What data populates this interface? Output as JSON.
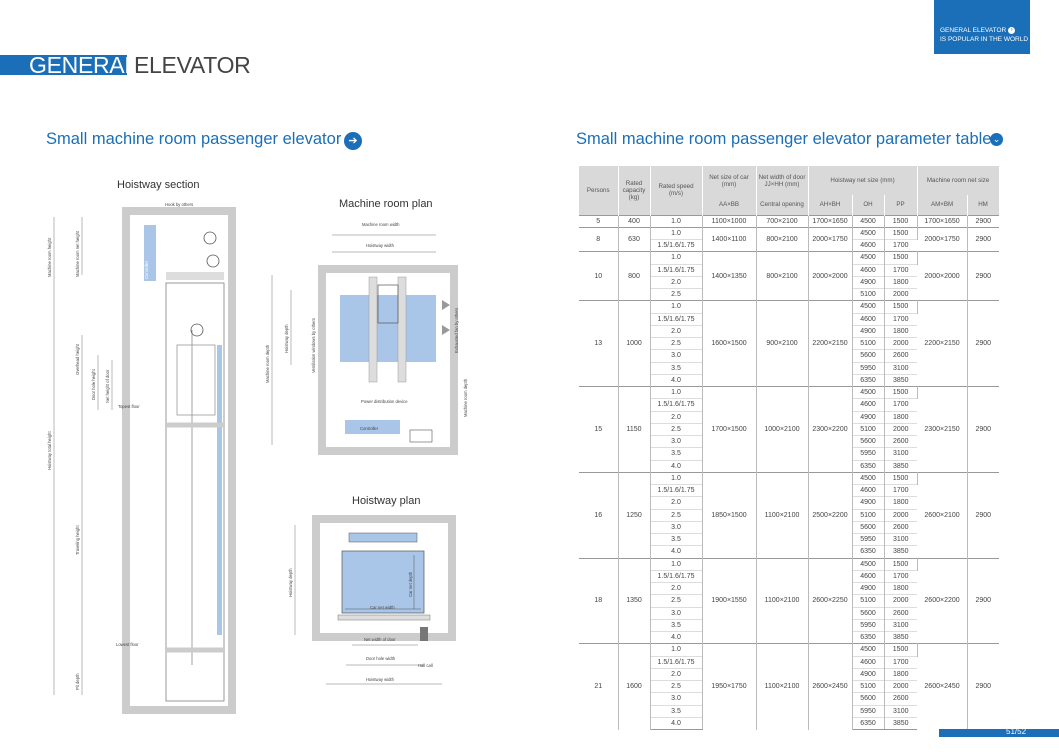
{
  "header": {
    "badge_line1": "GENERAL ELEVATOR",
    "badge_line2": "IS POPULAR IN THE WORLD",
    "title_highlight": "GENERAL",
    "title_rest": "ELEVATOR",
    "page_number": "51/52"
  },
  "left_section": {
    "title": "Small machine room passenger elevator",
    "labels": {
      "hoistway_section": "Hoistway section",
      "machine_room_plan": "Machine room plan",
      "hoistway_plan": "Hoistway plan",
      "hook": "Hook by others",
      "controller": "Controller",
      "topest_floor": "Topest floor",
      "lowest_floor": "Lowest floor",
      "machine_room_height": "Machine room height",
      "machine_room_net_height": "Machine room net height",
      "overhead_height": "Overhead height",
      "door_hole_height": "Door hole height",
      "net_height_door": "Net height of door",
      "hoistway_total_height": "Hoistway total height",
      "traveling_height": "Traveling height",
      "pit_depth": "Pit depth",
      "machine_room_width": "Machine room width",
      "hoistway_width": "Hoistway width",
      "hoistway_depth": "Hoistway depth",
      "vent": "Ventilation windows by others",
      "exhaust": "Exhausted fan by others",
      "machine_room_depth": "Machine room depth",
      "power": "Power distribution device",
      "car_net_depth": "Car net depth",
      "car_net_width": "Car net width",
      "net_width_door": "Net width of door",
      "door_hole_width": "Door hole width",
      "hall_call": "Hall call"
    }
  },
  "right_section": {
    "title": "Small machine room passenger elevator parameter table",
    "head": {
      "persons": "Persons",
      "capacity": "Rated capacity (kg)",
      "speed": "Rated speed (m/s)",
      "car": "Net size of car (mm)",
      "door": "Net width of door JJ×HH (mm)",
      "hoist": "Hoistway net size (mm)",
      "mroom": "Machine room net size",
      "car_sub": "AA×BB",
      "door_sub": "Central opening",
      "h1": "AH×BH",
      "h2": "OH",
      "h3": "PP",
      "m1": "AM×BM",
      "m2": "HM"
    },
    "groups": [
      {
        "persons": "5",
        "capacity": "400",
        "car": "1100×1000",
        "door": "700×2100",
        "hoist": "1700×1650",
        "mroom": "1700×1650",
        "hm": "2900",
        "speeds": [
          "1.0"
        ],
        "rows": [
          [
            "4500",
            "1500"
          ]
        ]
      },
      {
        "persons": "8",
        "capacity": "630",
        "car": "1400×1100",
        "door": "800×2100",
        "hoist": "2000×1750",
        "mroom": "2000×1750",
        "hm": "2900",
        "speeds": [
          "1.0",
          "1.5/1.6/1.75"
        ],
        "rows": [
          [
            "4500",
            "1500"
          ],
          [
            "4600",
            "1700"
          ]
        ]
      },
      {
        "persons": "10",
        "capacity": "800",
        "car": "1400×1350",
        "door": "800×2100",
        "hoist": "2000×2000",
        "mroom": "2000×2000",
        "hm": "2900",
        "speeds": [
          "1.0",
          "1.5/1.6/1.75",
          "2.0",
          "2.5"
        ],
        "rows": [
          [
            "4500",
            "1500"
          ],
          [
            "4600",
            "1700"
          ],
          [
            "4900",
            "1800"
          ],
          [
            "5100",
            "2000"
          ]
        ]
      },
      {
        "persons": "13",
        "capacity": "1000",
        "car": "1600×1500",
        "door": "900×2100",
        "hoist": "2200×2150",
        "mroom": "2200×2150",
        "hm": "2900",
        "speeds": [
          "1.0",
          "1.5/1.6/1.75",
          "2.0",
          "2.5",
          "3.0",
          "3.5",
          "4.0"
        ],
        "rows": [
          [
            "4500",
            "1500"
          ],
          [
            "4600",
            "1700"
          ],
          [
            "4900",
            "1800"
          ],
          [
            "5100",
            "2000"
          ],
          [
            "5600",
            "2600"
          ],
          [
            "5950",
            "3100"
          ],
          [
            "6350",
            "3850"
          ]
        ]
      },
      {
        "persons": "15",
        "capacity": "1150",
        "car": "1700×1500",
        "door": "1000×2100",
        "hoist": "2300×2200",
        "mroom": "2300×2150",
        "hm": "2900",
        "speeds": [
          "1.0",
          "1.5/1.6/1.75",
          "2.0",
          "2.5",
          "3.0",
          "3.5",
          "4.0"
        ],
        "rows": [
          [
            "4500",
            "1500"
          ],
          [
            "4600",
            "1700"
          ],
          [
            "4900",
            "1800"
          ],
          [
            "5100",
            "2000"
          ],
          [
            "5600",
            "2600"
          ],
          [
            "5950",
            "3100"
          ],
          [
            "6350",
            "3850"
          ]
        ]
      },
      {
        "persons": "16",
        "capacity": "1250",
        "car": "1850×1500",
        "door": "1100×2100",
        "hoist": "2500×2200",
        "mroom": "2600×2100",
        "hm": "2900",
        "speeds": [
          "1.0",
          "1.5/1.6/1.75",
          "2.0",
          "2.5",
          "3.0",
          "3.5",
          "4.0"
        ],
        "rows": [
          [
            "4500",
            "1500"
          ],
          [
            "4600",
            "1700"
          ],
          [
            "4900",
            "1800"
          ],
          [
            "5100",
            "2000"
          ],
          [
            "5600",
            "2600"
          ],
          [
            "5950",
            "3100"
          ],
          [
            "6350",
            "3850"
          ]
        ]
      },
      {
        "persons": "18",
        "capacity": "1350",
        "car": "1900×1550",
        "door": "1100×2100",
        "hoist": "2600×2250",
        "mroom": "2600×2200",
        "hm": "2900",
        "speeds": [
          "1.0",
          "1.5/1.6/1.75",
          "2.0",
          "2.5",
          "3.0",
          "3.5",
          "4.0"
        ],
        "rows": [
          [
            "4500",
            "1500"
          ],
          [
            "4600",
            "1700"
          ],
          [
            "4900",
            "1800"
          ],
          [
            "5100",
            "2000"
          ],
          [
            "5600",
            "2600"
          ],
          [
            "5950",
            "3100"
          ],
          [
            "6350",
            "3850"
          ]
        ]
      },
      {
        "persons": "21",
        "capacity": "1600",
        "car": "1950×1750",
        "door": "1100×2100",
        "hoist": "2600×2450",
        "mroom": "2600×2450",
        "hm": "2900",
        "speeds": [
          "1.0",
          "1.5/1.6/1.75",
          "2.0",
          "2.5",
          "3.0",
          "3.5",
          "4.0"
        ],
        "rows": [
          [
            "4500",
            "1500"
          ],
          [
            "4600",
            "1700"
          ],
          [
            "4900",
            "1800"
          ],
          [
            "5100",
            "2000"
          ],
          [
            "5600",
            "2600"
          ],
          [
            "5950",
            "3100"
          ],
          [
            "6350",
            "3850"
          ]
        ]
      }
    ]
  },
  "colors": {
    "accent": "#1a6fb8",
    "car_blue": "#a9c6e8",
    "wall": "#d4d4d4"
  }
}
